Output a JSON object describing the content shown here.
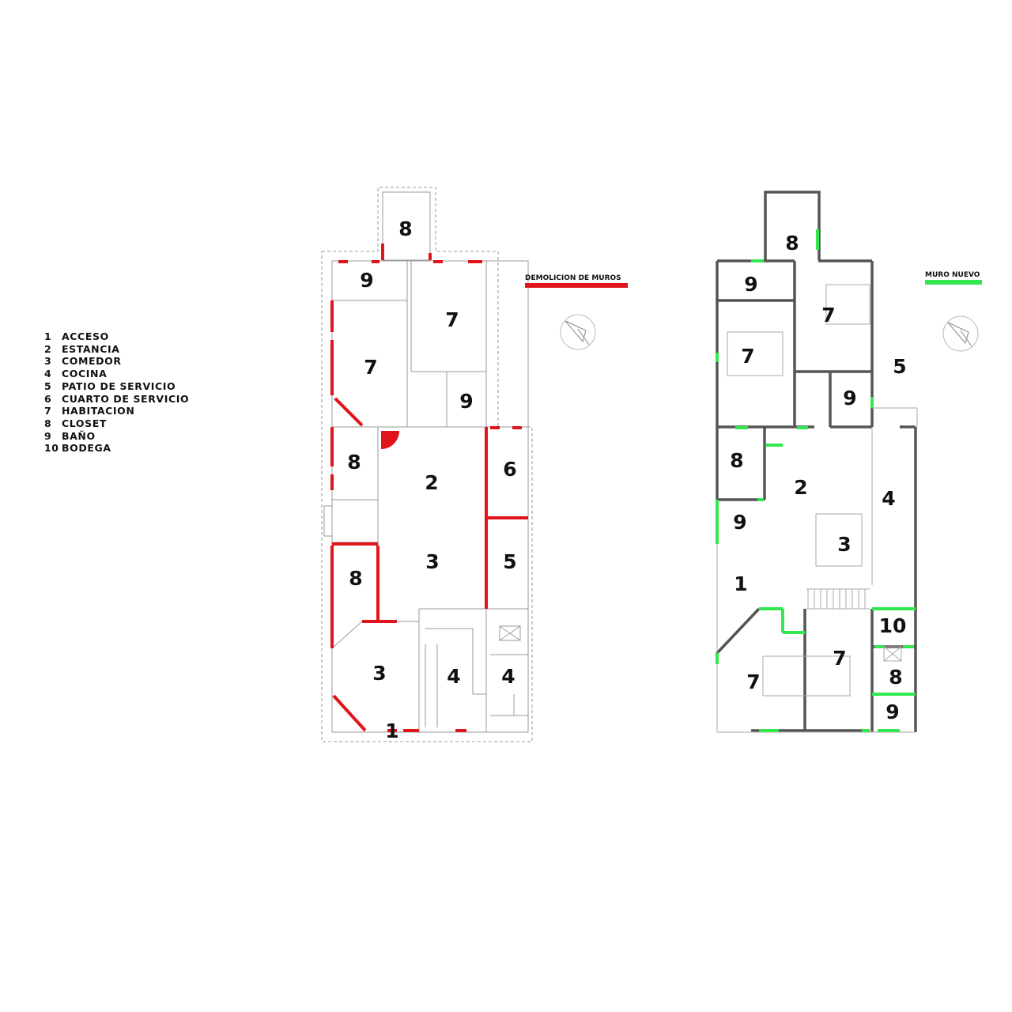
{
  "legend": [
    {
      "num": "1",
      "label": "ACCESO"
    },
    {
      "num": "2",
      "label": "ESTANCIA"
    },
    {
      "num": "3",
      "label": "COMEDOR"
    },
    {
      "num": "4",
      "label": "COCINA"
    },
    {
      "num": "5",
      "label": "PATIO DE SERVICIO"
    },
    {
      "num": "6",
      "label": "CUARTO DE SERVICIO"
    },
    {
      "num": "7",
      "label": "HABITACION"
    },
    {
      "num": "8",
      "label": "CLOSET"
    },
    {
      "num": "9",
      "label": "BAÑO"
    },
    {
      "num": "10",
      "label": "BODEGA"
    }
  ],
  "plans": {
    "existing": {
      "tag": "DEMOLICION DE MUROS",
      "tag_color": "#e0141b",
      "rooms": [
        "8",
        "9",
        "7",
        "7",
        "9",
        "8",
        "2",
        "6",
        "3",
        "5",
        "8",
        "3",
        "4",
        "4",
        "1"
      ]
    },
    "proposed": {
      "tag": "MURO NUEVO",
      "tag_color": "#33e84f",
      "rooms": [
        "8",
        "9",
        "7",
        "7",
        "5",
        "9",
        "8",
        "2",
        "4",
        "9",
        "3",
        "1",
        "10",
        "7",
        "8",
        "7",
        "9"
      ]
    }
  },
  "colors": {
    "demolition": "#e0141b",
    "new_wall": "#33e84f",
    "existing_wall": "#555555",
    "outline": "#9a9a9a"
  },
  "icons": [
    "north-arrow-icon",
    "north-arrow-icon"
  ]
}
